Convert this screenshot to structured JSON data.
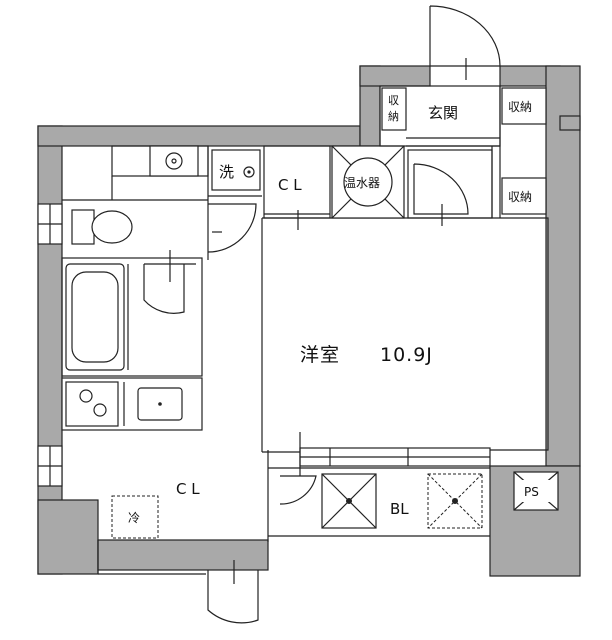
{
  "labels": {
    "western_room": "洋室",
    "western_room_size": "10.9J",
    "entrance": "玄関",
    "storage_top_left_1": "収",
    "storage_top_left_2": "納",
    "storage_top_right": "収納",
    "storage_right": "収納",
    "closet_center": "C L",
    "water_heater": "温水器",
    "washer": "洗",
    "closet_bottom": "C L",
    "fridge": "冷",
    "balcony": "BL",
    "pipe_space": "PS"
  },
  "colors": {
    "wall": "#a9a9a9",
    "line": "#222222",
    "background": "#ffffff"
  }
}
